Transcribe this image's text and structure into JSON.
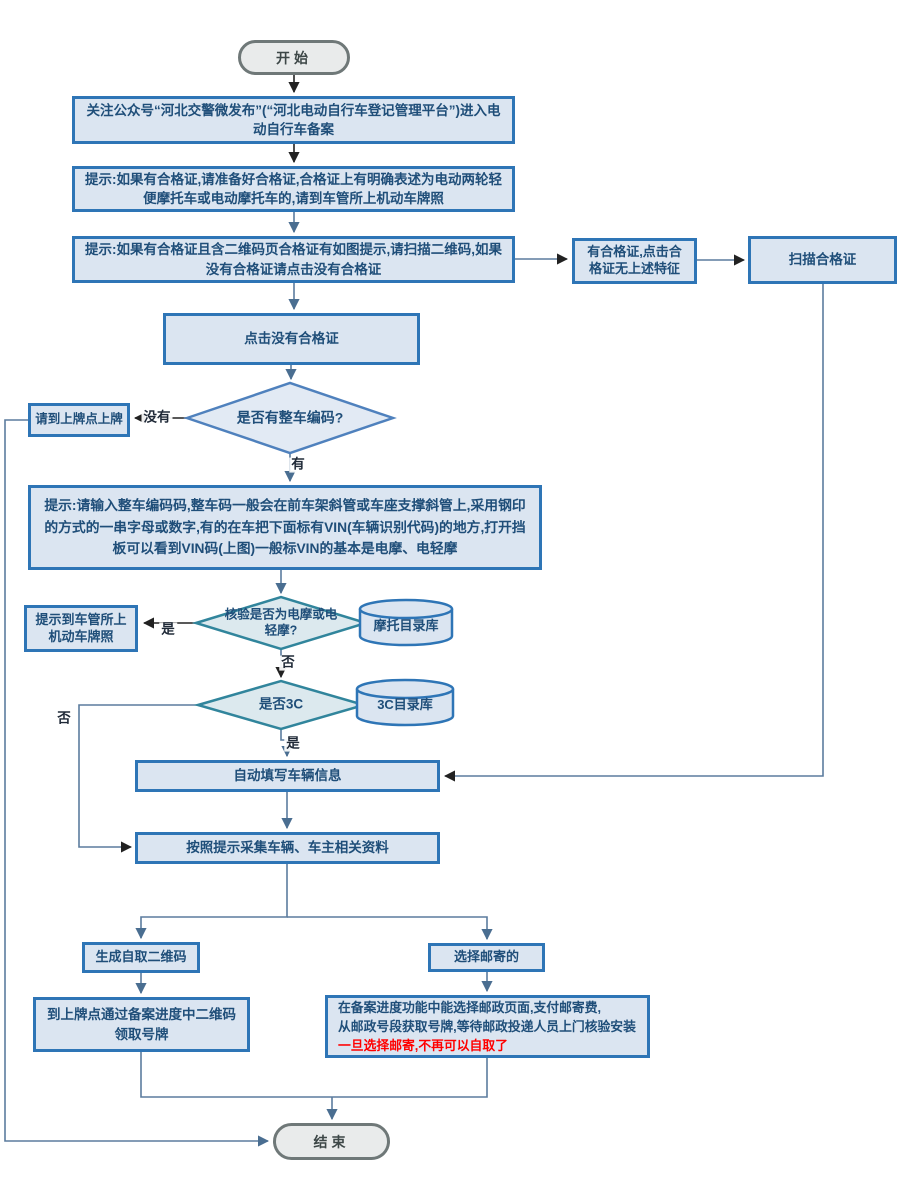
{
  "colors": {
    "box_fill": "#dbe5f1",
    "box_border": "#2e75b6",
    "box_text": "#1f4e79",
    "decision_blue_border": "#4f81bd",
    "decision_teal_border": "#31859c",
    "terminal_fill": "#e9ebeb",
    "terminal_border": "#6f7878",
    "connector_blue": "#5b7c9e",
    "connector_dark": "#222222",
    "warning_text": "#ff0000"
  },
  "nodes": {
    "start": "开始",
    "follow": "关注公众号“河北交警微发布”(“河北电动自行车登记管理平台”)进入电动自行车备案",
    "tip_cert": "提示:如果有合格证,请准备好合格证,合格证上有明确表述为电动两轮轻便摩托车或电动摩托车的,请到车管所上机动车牌照",
    "tip_qr": "提示:如果有合格证且含二维码页合格证有如图提示,请扫描二维码,如果没有合格证请点击没有合格证",
    "has_cert": "有合格证,点击合格证无上述特征",
    "scan_cert": "扫描合格证",
    "click_no_cert": "点击没有合格证",
    "decision_vin": "是否有整车编码?",
    "go_plate_point": "请到上牌点上牌",
    "tip_vin": "提示:请输入整车编码码,整车码一般会在前车架斜管或车座支撑斜管上,采用钢印的方式的一串字母或数字,有的在车把下面标有VIN(车辆识别代码)的地方,打开挡板可以看到VIN码(上图)一般标VIN的基本是电摩、电轻摩",
    "decision_moto": "核验是否为电摩或电轻摩?",
    "go_dmv": "提示到车管所上机动车牌照",
    "db_moto": "摩托目录库",
    "decision_3c": "是否3C",
    "db_3c": "3C目录库",
    "autofill": "自动填写车辆信息",
    "collect": "按照提示采集车辆、车主相关资料",
    "gen_qr": "生成自取二维码",
    "pickup": "到上牌点通过备案进度中二维码领取号牌",
    "mail": "选择邮寄的",
    "mail_line1": "在备案进度功能中能选择邮政页面,支付邮寄费,",
    "mail_line2": "从邮政号段获取号牌,等待邮政投递人员上门核验安装",
    "mail_line3": "一旦选择邮寄,不再可以自取了",
    "end": "结束"
  },
  "edge_labels": {
    "no_code": "没有",
    "has_code": "有",
    "is_moto": "是",
    "not_moto": "否",
    "not_3c": "否",
    "is_3c": "是"
  }
}
